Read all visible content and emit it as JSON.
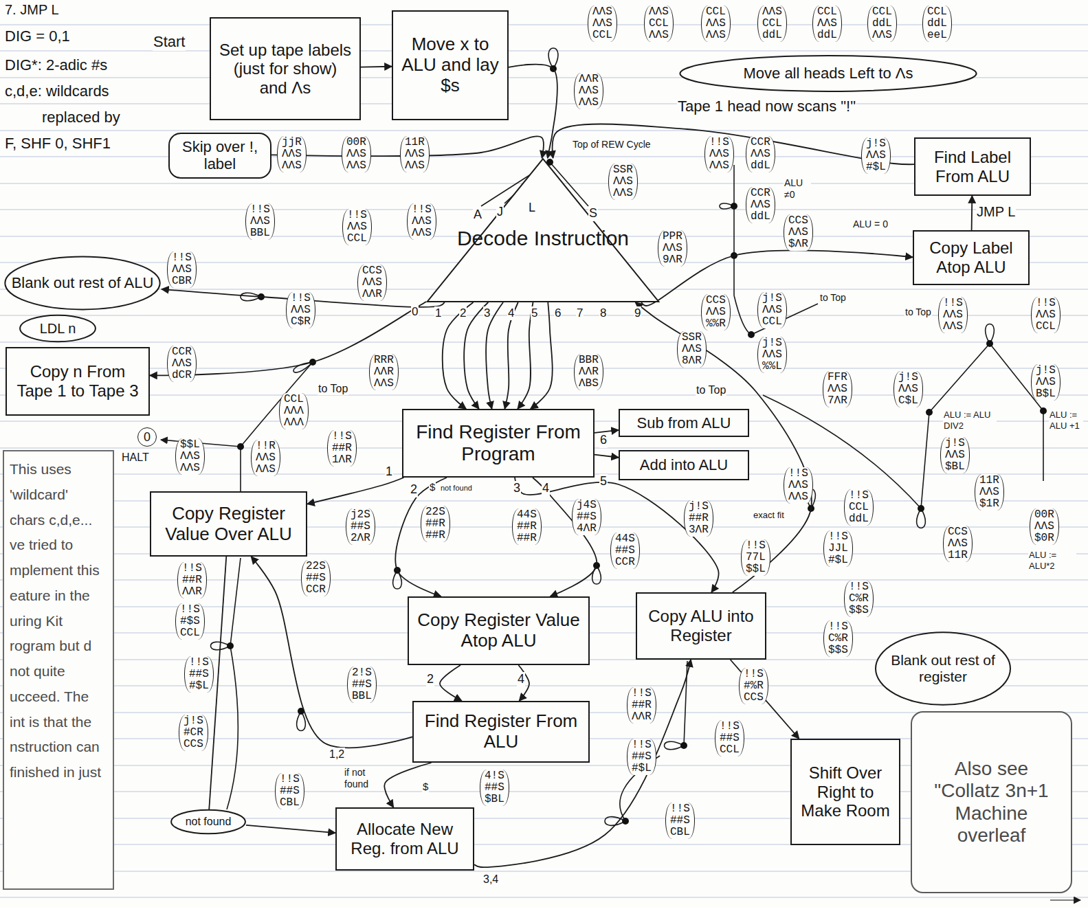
{
  "diagram": {
    "nodes": [
      {
        "text": [
          "Set up tape labels (just for show) and Λs"
        ]
      },
      {
        "text": [
          "Move x to ALU and lay $s"
        ]
      },
      {
        "text": [
          "Move all heads Left to Λs"
        ]
      },
      {
        "text": [
          "Skip over !, label"
        ]
      },
      {
        "text": [
          "Decode Instruction"
        ]
      },
      {
        "text": [
          "Find Label From ALU"
        ]
      },
      {
        "text": [
          "Copy Label Atop ALU"
        ]
      },
      {
        "text": [
          "Blank out rest of ALU"
        ]
      },
      {
        "text": [
          "LDL n"
        ]
      },
      {
        "text": [
          "Copy n From Tape 1 to Tape 3"
        ]
      },
      {
        "text": [
          "Find Register From Program"
        ]
      },
      {
        "text": [
          "Sub from ALU"
        ]
      },
      {
        "text": [
          "Add into ALU"
        ]
      },
      {
        "text": [
          "Copy Register Value Over ALU"
        ]
      },
      {
        "text": [
          "Copy Register Value Atop ALU"
        ]
      },
      {
        "text": [
          "Copy ALU into Register"
        ]
      },
      {
        "text": [
          "Blank out rest of register"
        ]
      },
      {
        "text": [
          "Find Register From ALU"
        ]
      },
      {
        "text": [
          "Allocate New Reg. from ALU"
        ]
      },
      {
        "text": [
          "Shift Over Right to Make Room"
        ]
      },
      {
        "text": [
          "not found"
        ]
      },
      {
        "text": [
          "Also see \"Collatz 3n+1 Machine overleaf"
        ]
      },
      {
        "text": [
          "This uses 'wildcard' chars c,d,e... ve tried to mplement this eature in the uring Kit rogram but d not quite ucceed. The int is that the nstruction can finished in just"
        ]
      }
    ],
    "edges": [
      {
        "from": 0,
        "to": 1,
        "arrow": "to"
      },
      {
        "from": 1,
        "to": 4,
        "arrow": "to"
      },
      {
        "from": 3,
        "to": 4,
        "arrow": "to"
      },
      {
        "from": 5,
        "to": 4,
        "arrow": "to"
      },
      {
        "from": 4,
        "to": 6,
        "arrow": "to"
      },
      {
        "from": 6,
        "to": 5,
        "label": "JMP L",
        "arrow": "to"
      },
      {
        "from": 4,
        "to": 7,
        "arrow": "to"
      },
      {
        "from": 4,
        "to": 9,
        "arrow": "to"
      },
      {
        "from": 4,
        "to": 10,
        "arrow": "to"
      },
      {
        "from": 4,
        "to": 10,
        "arrow": "to"
      },
      {
        "from": 4,
        "to": 10,
        "arrow": "to"
      },
      {
        "from": 4,
        "to": 10,
        "arrow": "to"
      },
      {
        "from": 4,
        "to": 10,
        "arrow": "to"
      },
      {
        "from": 4,
        "to": 10,
        "arrow": "to"
      },
      {
        "from": 10,
        "to": 13,
        "label": "1",
        "arrow": "to"
      },
      {
        "from": 10,
        "to": 14,
        "label": "2",
        "arrow": "to"
      },
      {
        "from": 10,
        "to": 15,
        "label": "3",
        "arrow": "to"
      },
      {
        "from": 10,
        "to": 14,
        "label": "4",
        "arrow": "to"
      },
      {
        "from": 10,
        "to": 11,
        "label": "6",
        "arrow": "to"
      },
      {
        "from": 10,
        "to": 12,
        "label": "5",
        "arrow": "to"
      },
      {
        "from": 14,
        "to": 17,
        "label": "2",
        "arrow": "to"
      },
      {
        "from": 14,
        "to": 17,
        "label": "4",
        "arrow": "to"
      },
      {
        "from": 17,
        "to": 18,
        "label": "if not found",
        "arrow": "to"
      },
      {
        "from": 17,
        "to": 13,
        "label": "1,2",
        "arrow": "to"
      },
      {
        "from": 18,
        "to": 15,
        "label": "3,4",
        "arrow": "to"
      },
      {
        "from": 15,
        "to": 19,
        "arrow": "to"
      },
      {
        "from": 13,
        "to": 20,
        "arrow": "none"
      },
      {
        "from": 20,
        "to": 18,
        "arrow": "to"
      },
      {
        "from": 15,
        "to": 4,
        "arrow": "to"
      }
    ],
    "labels": [
      "7. JMP L",
      "DIG = 0,1",
      "DIG*: 2-adic #s",
      "c,d,e: wildcards",
      "replaced by",
      "F, SHF 0, SHF1",
      "Start",
      "ΛΛS ΛΛS CCL",
      "ΛΛS CCL ΛΛS",
      "CCL ΛΛS ΛΛS",
      "ΛΛS CCL ddL",
      "CCL ΛΛS ddL",
      "CCL ddL ΛΛS",
      "CCL ddL eeL",
      "ΛΛR ΛΛS ΛΛS",
      "Tape 1 head now scans \"!\"",
      "Top of REW Cycle",
      "jjR ΛΛS ΛΛS",
      "00R ΛΛS ΛΛS",
      "11R ΛΛS ΛΛS",
      "SSR ΛΛS ΛΛS",
      "!!S ΛΛS ΛΛS",
      "CCR ΛΛS ddL",
      "ALU ≠0",
      "CCR ΛΛS ddL",
      "j!S ΛΛS #$L",
      "ALU = 0",
      "CCS ΛΛS $ΛR",
      "PPR ΛΛS 9ΛR",
      "A",
      "J",
      "L",
      "S",
      "!!S ΛΛS BBL",
      "!!S ΛΛS CCL",
      "!!S ΛΛS ΛΛS",
      "CCS ΛΛS ΛΛR",
      "0",
      "1",
      "2",
      "3",
      "4",
      "5",
      "6",
      "7",
      "8",
      "9",
      "!!S ΛΛS CBR",
      "!!S ΛΛS C$R",
      "CCR ΛΛS dCR",
      "to Top",
      "CCL ΛΛΛ ΛΛΛ",
      "RRR ΛΛR ΛΛS",
      "BBR ΛΛR ΛBS",
      "CCS ΛΛS %%R",
      "j!S ΛΛS CCL",
      "to Top",
      "SSR ΛΛS 8ΛR",
      "j!S ΛΛS %%L",
      "FFR ΛΛS 7ΛR",
      "to Top",
      "to Top",
      "!!S ΛΛS ΛΛS",
      "!!S ΛΛS CCL",
      "j!S ΛΛS C$L",
      "j!S ΛΛS B$L",
      "ALU := ALU DIV2",
      "ALU := ALU +1",
      "j!S ΛΛS $BL",
      "11R ΛΛS $1R",
      "CCS ΛΛS 11R",
      "00R ΛΛS $0R",
      "ALU := ALU*2",
      "0",
      "HALT",
      "$$L ΛΛS ΛΛS",
      "!!R ΛΛS ΛΛS",
      "!!S ##R 1ΛR",
      "$",
      "not found",
      "j2S ##S 2ΛR",
      "22S ##R ##R",
      "44S ##R ##R",
      "j4S ##S 4ΛR",
      "44S ##S CCR",
      "22S ##S CCR",
      "j!S ##R 3ΛR",
      "exact fit",
      "!!S ΛΛS ΛΛS",
      "!!S CCL ddL",
      "!!S 77L $$L",
      "!!S JJL #$L",
      "!!S C%R $$S",
      "!!S C%R $$S",
      "!!S #%R CCS",
      "!!S ##R ΛΛR",
      "!!S ##S CCL",
      "!!S ##S #$L",
      "!!S ##S CBL",
      "!!S ##R ΛΛR",
      "!!S #$S CCL",
      "!!S ##S #$L",
      "j!S #CR CCS",
      "2!S ##S BBL",
      "!!S ##S CBL",
      "4!S ##S $BL",
      "$"
    ]
  }
}
